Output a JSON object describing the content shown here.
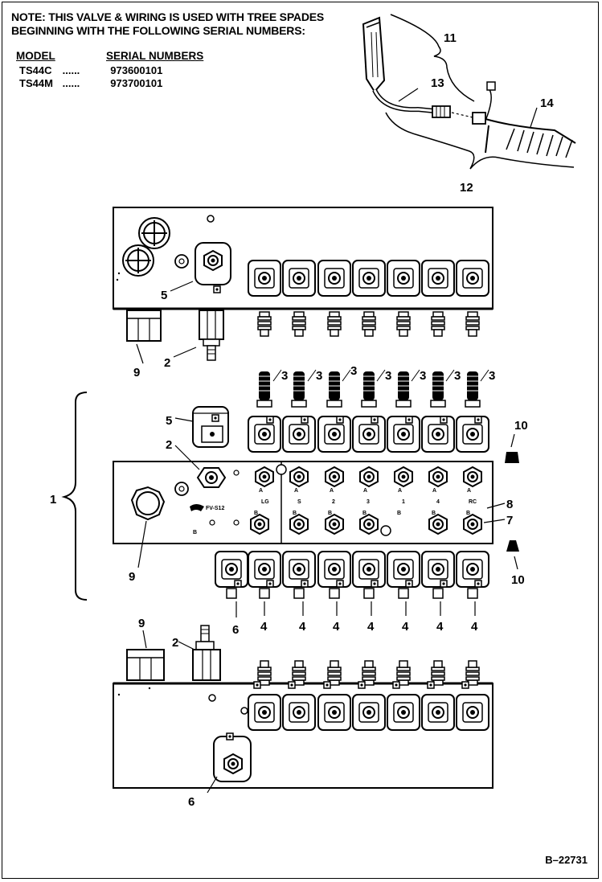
{
  "note": {
    "line1": "NOTE:   THIS VALVE & WIRING IS USED WITH TREE SPADES",
    "line2": "BEGINNING WITH THE FOLLOWING SERIAL NUMBERS:"
  },
  "serial_table": {
    "header_model": "MODEL",
    "header_serial": "SERIAL NUMBERS",
    "rows": [
      {
        "model": "TS44C",
        "dots": "......",
        "serial": "973600101"
      },
      {
        "model": "TS44M",
        "dots": "......",
        "serial": "973700101"
      }
    ]
  },
  "callouts": {
    "c1": "1",
    "c2": "2",
    "c3": "3",
    "c4": "4",
    "c5": "5",
    "c6": "6",
    "c7": "7",
    "c8": "8",
    "c9": "9",
    "c10": "10",
    "c11": "11",
    "c12": "12",
    "c13": "13",
    "c14": "14"
  },
  "port_labels": {
    "a": "A",
    "b": "B",
    "lg": "LG",
    "s": "S",
    "two": "2",
    "three": "3",
    "one": "1",
    "four": "4",
    "rc": "RC"
  },
  "document_number": "B–22731"
}
